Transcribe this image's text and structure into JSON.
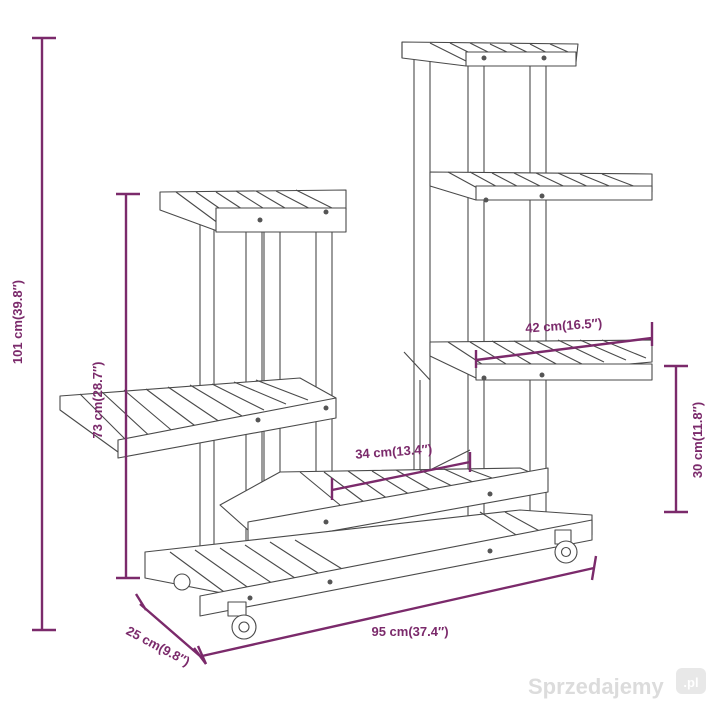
{
  "dimensions": {
    "height_total": "101 cm(39.8″)",
    "height_left": "73 cm(28.7″)",
    "shelf_upper": "42 cm(16.5″)",
    "shelf_lower": "34 cm(13.4″)",
    "bottom_height": "30 cm(11.8″)",
    "depth": "25 cm(9.8″)",
    "width": "95 cm(37.4″)"
  },
  "watermark": {
    "text": "Sprzedajemy",
    "suffix": ".pl"
  },
  "colors": {
    "dimension": "#7b2a6b",
    "outline": "#4a4a4a",
    "watermark": "#dcdcdc",
    "watermark_badge": "#e8e8e8"
  }
}
